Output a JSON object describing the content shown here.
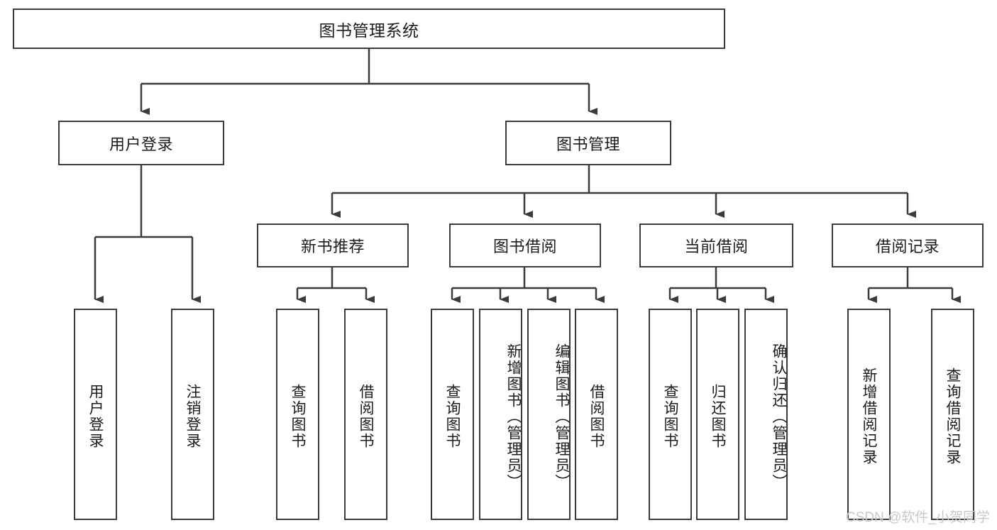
{
  "diagram": {
    "type": "tree-hierarchy",
    "title": "图书管理系统",
    "root": {
      "id": "root",
      "label": "图书管理系统"
    },
    "level1": [
      {
        "id": "user-login",
        "label": "用户登录"
      },
      {
        "id": "book-management",
        "label": "图书管理"
      }
    ],
    "level2": [
      {
        "id": "new-book-recommend",
        "label": "新书推荐"
      },
      {
        "id": "book-borrow",
        "label": "图书借阅"
      },
      {
        "id": "current-borrow",
        "label": "当前借阅"
      },
      {
        "id": "borrow-record",
        "label": "借阅记录"
      }
    ],
    "leaves": {
      "user_login": [
        {
          "id": "leaf-user-login",
          "label": "用户登录"
        },
        {
          "id": "leaf-user-logout",
          "label": "注销登录"
        }
      ],
      "new_book_recommend": [
        {
          "id": "leaf-query-book-1",
          "label": "查询图书"
        },
        {
          "id": "leaf-borrow-book-1",
          "label": "借阅图书"
        }
      ],
      "book_borrow": [
        {
          "id": "leaf-query-book-2",
          "label": "查询图书"
        },
        {
          "id": "leaf-add-book",
          "label": "新增图书（管理员）"
        },
        {
          "id": "leaf-edit-book",
          "label": "编辑图书（管理员）"
        },
        {
          "id": "leaf-borrow-book-2",
          "label": "借阅图书"
        }
      ],
      "current_borrow": [
        {
          "id": "leaf-query-book-3",
          "label": "查询图书"
        },
        {
          "id": "leaf-return-book",
          "label": "归还图书"
        },
        {
          "id": "leaf-confirm-return",
          "label": "确认归还（管理员）"
        }
      ],
      "borrow_record": [
        {
          "id": "leaf-add-record",
          "label": "新增借阅记录"
        },
        {
          "id": "leaf-query-record",
          "label": "查询借阅记录"
        }
      ]
    }
  },
  "watermark": {
    "text": "CSDN @软件_小贺同学"
  },
  "colors": {
    "stroke": "#3b3b3b",
    "background": "#ffffff",
    "text": "#1c1c1c",
    "watermark": "#c9c9c9"
  }
}
